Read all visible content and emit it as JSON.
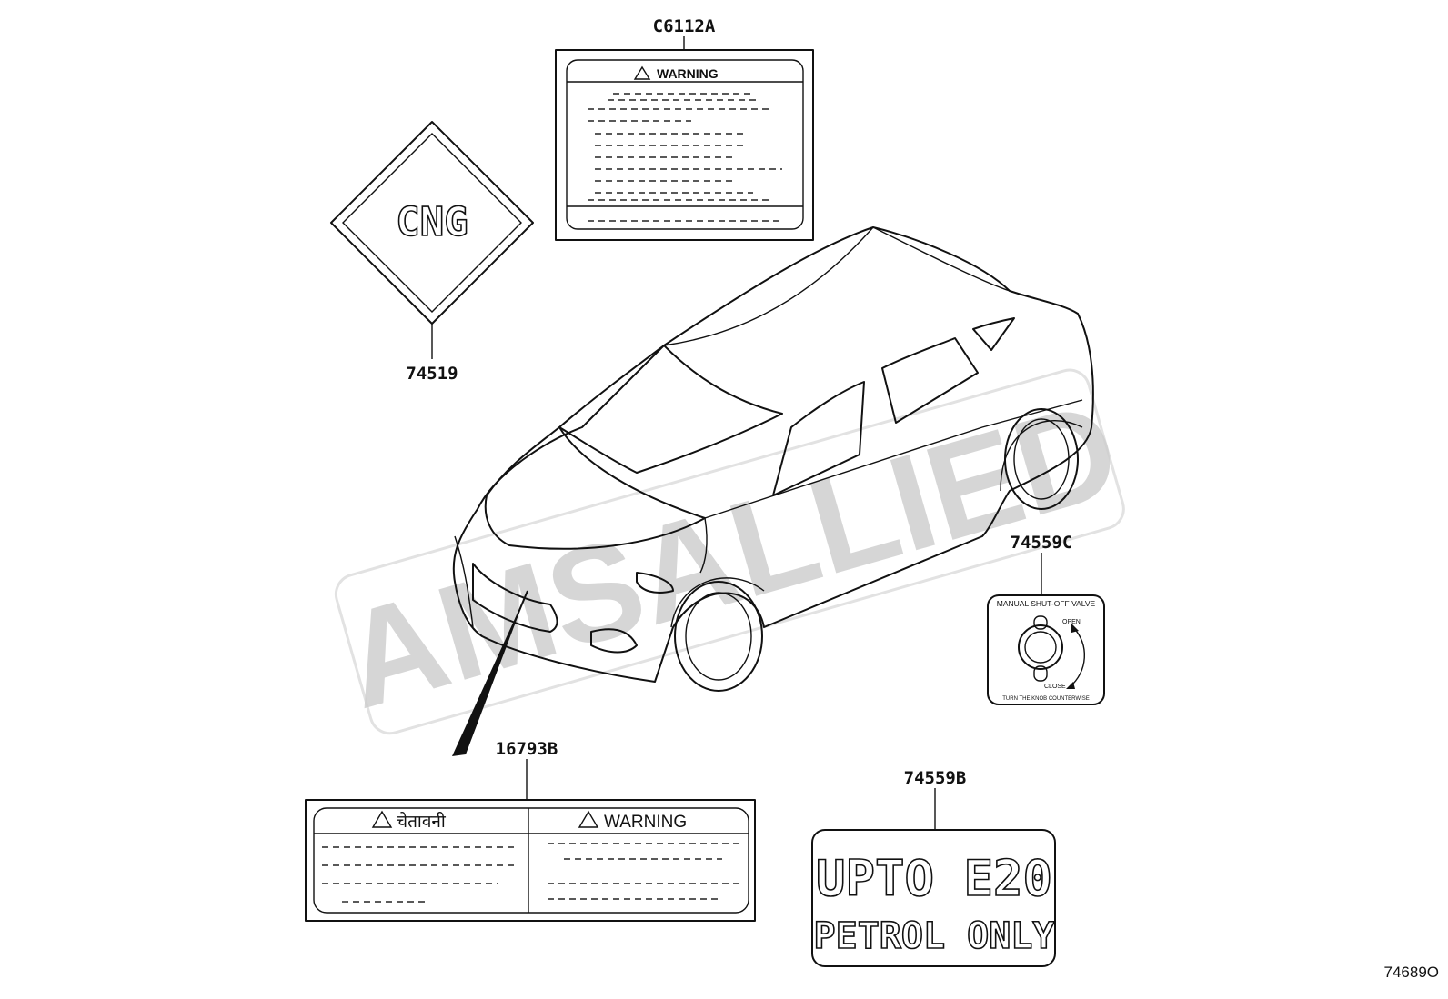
{
  "callouts": {
    "cng_label": "74519",
    "warning_label": "C6112A",
    "bumper_label": "16793B",
    "valve_label": "74559C",
    "fuel_label": "74559B"
  },
  "cng_sticker": {
    "text": "CNG"
  },
  "warning_sticker": {
    "title": "WARNING"
  },
  "bilingual_sticker": {
    "left_title": "चेतावनी",
    "right_title": "WARNING"
  },
  "valve_sticker": {
    "title": "MANUAL SHUT-OFF VALVE",
    "open_label": "OPEN",
    "close_label": "CLOSE",
    "footer": "TURN THE KNOB COUNTERWISE"
  },
  "fuel_sticker": {
    "line1": "UPTO E20",
    "line2": "PETROL ONLY"
  },
  "watermark": "AMSALLIED",
  "reference_code": "74689O"
}
